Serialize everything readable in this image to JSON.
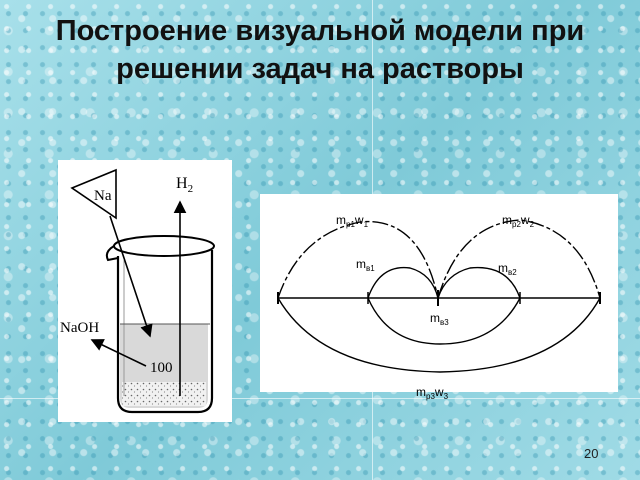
{
  "slide": {
    "title": "Построение визуальной модели при решении задач на растворы",
    "page_number": "20"
  },
  "beaker": {
    "na_label": "Na",
    "h2_main": "H",
    "h2_sub": "2",
    "naoh_label": "NaOH",
    "mark_label": "100"
  },
  "scheme": {
    "labels": [
      {
        "m": "m",
        "sub": "р1",
        "w": "w",
        "wsub": "1"
      },
      {
        "m": "m",
        "sub": "р2",
        "w": "w",
        "wsub": "2"
      },
      {
        "m": "m",
        "sub": "в1"
      },
      {
        "m": "m",
        "sub": "в2"
      },
      {
        "m": "m",
        "sub": "в3"
      },
      {
        "m": "m",
        "sub": "р3",
        "w": "w",
        "wsub": "3"
      }
    ]
  }
}
